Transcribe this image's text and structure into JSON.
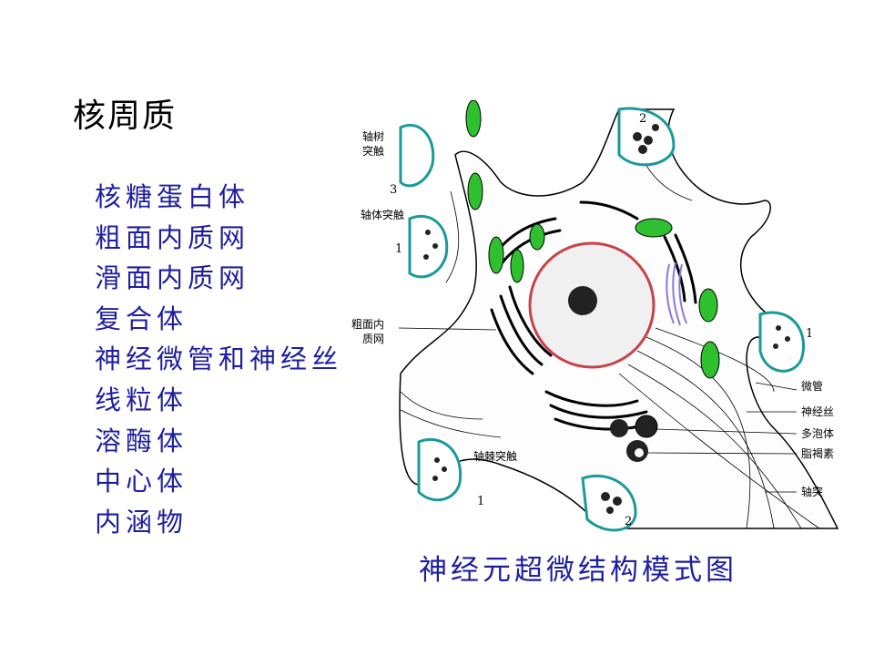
{
  "page": {
    "title": "核周质",
    "items": [
      "核糖蛋白体",
      "粗面内质网",
      "滑面内质网",
      "复合体",
      "神经微管和神经丝",
      "线粒体",
      "溶酶体",
      "中心体",
      "内涵物"
    ],
    "caption": "神经元超微结构模式图"
  },
  "diagram": {
    "labels": {
      "axodendritic": "轴树\n突触",
      "axosomatic": "轴体突触",
      "rer": "粗面内\n质网",
      "axospinous": "轴棘突触",
      "microtubule": "微管",
      "neurofilament": "神经丝",
      "multivesicular": "多泡体",
      "lipofuscin": "脂褐素",
      "axon": "轴突"
    },
    "numbers": {
      "n3": "3",
      "n1_left": "1",
      "n2_top": "2",
      "n1_right": "1",
      "n1_bottom": "1",
      "n2_bottom": "2"
    },
    "colors": {
      "mitochondria": "#2fc02f",
      "synapse_membrane": "#1a9a9a",
      "nuclear_envelope": "#c8424a",
      "golgi": "#8a7ad8",
      "text_blue": "#1e1ea0"
    }
  }
}
